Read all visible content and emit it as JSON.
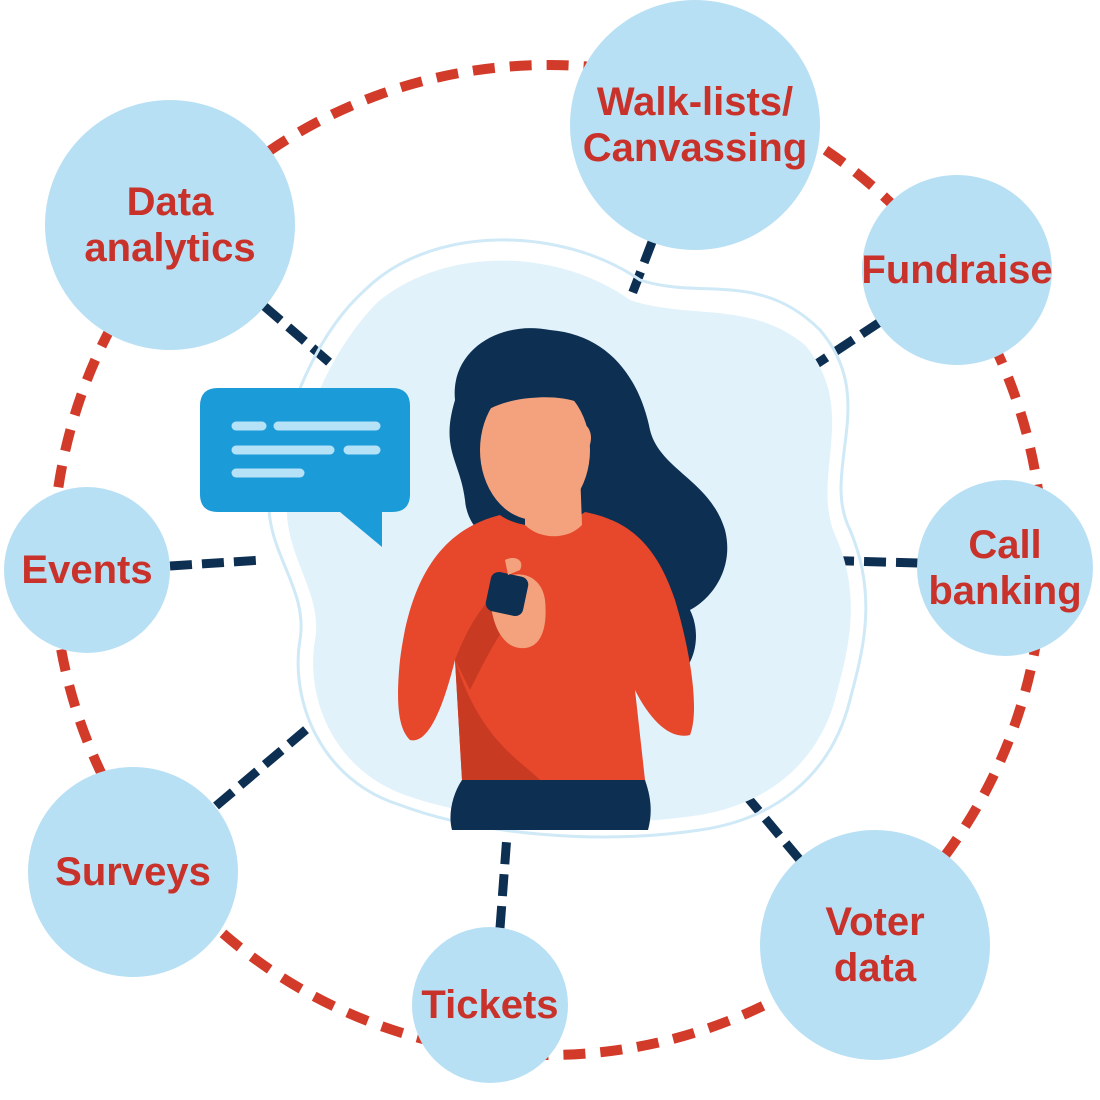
{
  "colors": {
    "ring_dash": "#d23a2a",
    "spoke_dash": "#0d2f52",
    "node_fill": "#b8e0f4",
    "label": "#c8322a",
    "blob_fill": "#e1f2fb",
    "blob_outline": "#cfe9f7",
    "bubble": "#1b9bd7",
    "bubble_lines": "#b5e2f6",
    "hair": "#0d2f52",
    "skin": "#f3a27d",
    "sweater": "#e7472b",
    "sweater_shade": "#c93a23",
    "pants": "#0d2f52",
    "phone": "#0d2f52"
  },
  "nodes": [
    {
      "id": "walk-lists",
      "lines": [
        "Walk-lists/",
        "Canvassing"
      ]
    },
    {
      "id": "fundraise",
      "lines": [
        "Fundraise"
      ]
    },
    {
      "id": "call-banking",
      "lines": [
        "Call",
        "banking"
      ]
    },
    {
      "id": "voter-data",
      "lines": [
        "Voter",
        "data"
      ]
    },
    {
      "id": "tickets",
      "lines": [
        "Tickets"
      ]
    },
    {
      "id": "surveys",
      "lines": [
        "Surveys"
      ]
    },
    {
      "id": "events",
      "lines": [
        "Events"
      ]
    },
    {
      "id": "data-analytics",
      "lines": [
        "Data",
        "analytics"
      ]
    }
  ],
  "center": {
    "figure": "woman-with-phone-icon",
    "bubble": "chat-bubble-icon"
  }
}
